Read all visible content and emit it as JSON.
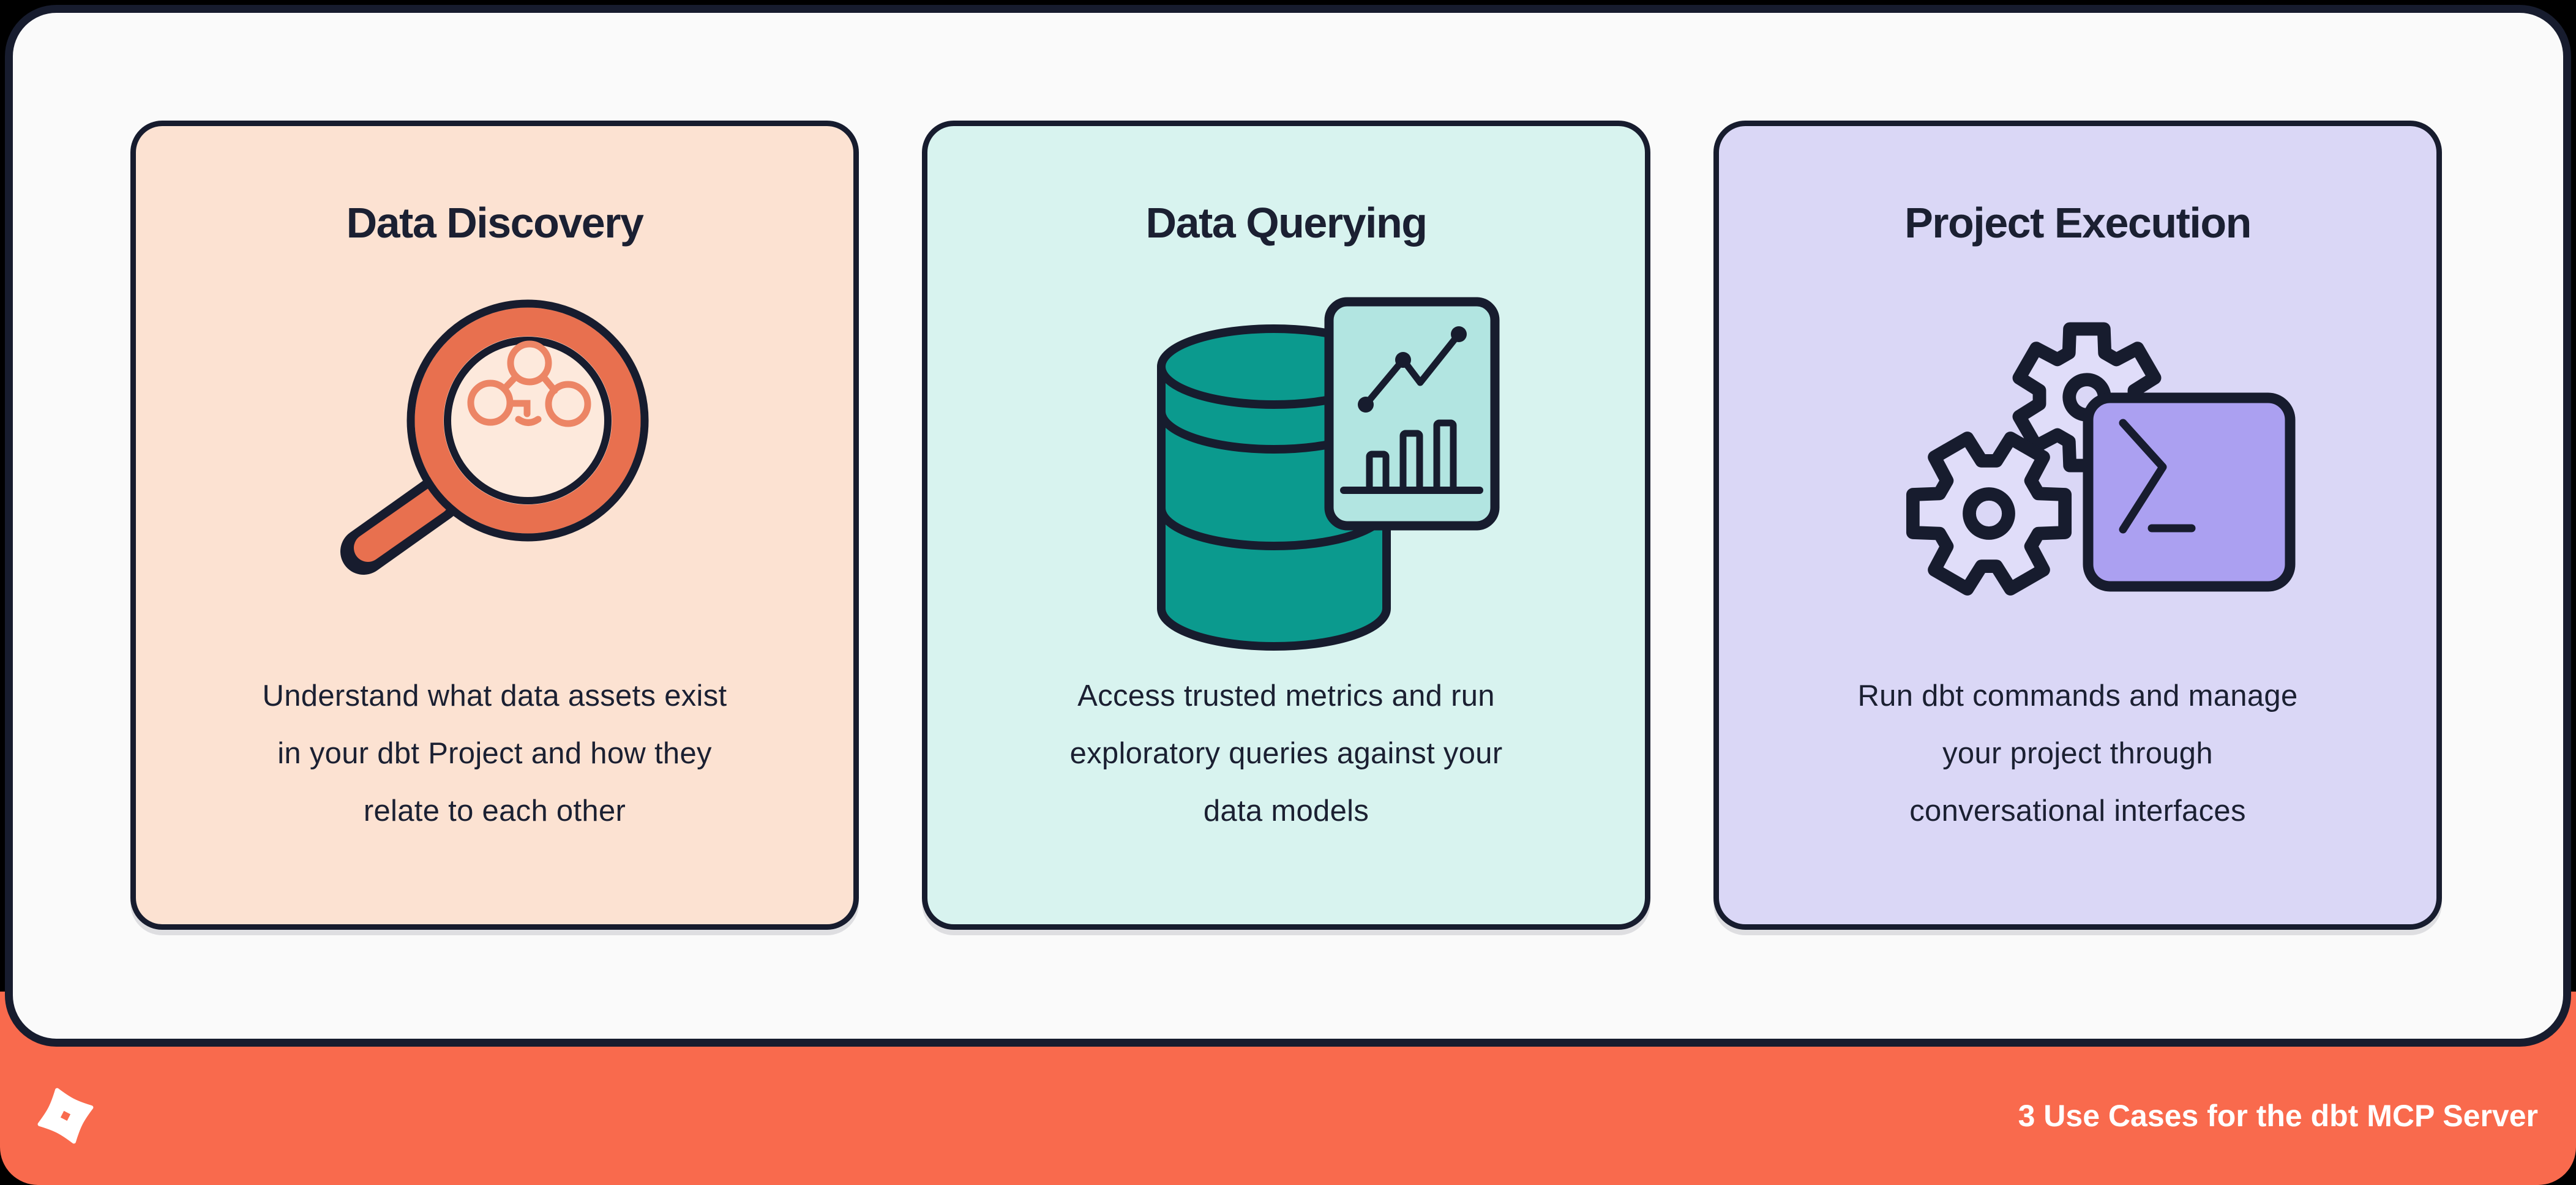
{
  "cards": [
    {
      "title": "Data Discovery",
      "icon": "magnifying-glass-lineage-icon",
      "lines": [
        "Understand what data assets exist",
        "in your dbt Project and how they",
        "relate to each other"
      ],
      "bg": "#FCE2D2"
    },
    {
      "title": "Data Querying",
      "icon": "database-analytics-icon",
      "lines": [
        "Access trusted metrics and run",
        "exploratory queries against your",
        "data models"
      ],
      "bg": "#D8F3EF"
    },
    {
      "title": "Project Execution",
      "icon": "gears-terminal-icon",
      "lines": [
        "Run dbt commands and manage",
        "your project through",
        "conversational interfaces"
      ],
      "bg": "#DAD7F6"
    }
  ],
  "footer": {
    "caption": "3 Use Cases for the dbt MCP Server",
    "logo": "dbt-logo"
  },
  "colors": {
    "page_background": "#000000",
    "panel_background": "#FAFAFA",
    "outline_navy": "#171C2E",
    "text_navy": "#1B2032",
    "footer_orange": "#F96A4D",
    "magnifier_orange": "#E8704F",
    "lineage_salmon": "#EC8565",
    "database_teal": "#0B9A8E",
    "chart_panel_teal": "#B2E5E1",
    "terminal_purple": "#ABA0F1",
    "gear_lavender": "#E0DDF9"
  }
}
